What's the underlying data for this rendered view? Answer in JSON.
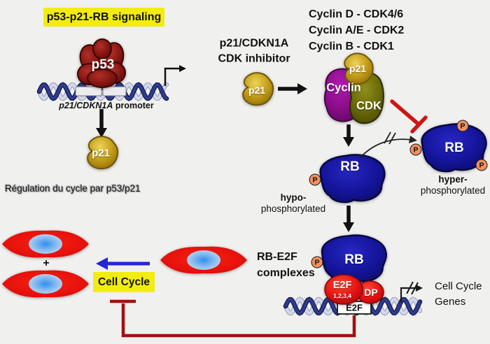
{
  "title": {
    "label": "p53-p21-RB signaling"
  },
  "palette": {
    "highlight_yellow": "#f2ec10",
    "rb_blue": "#15159c",
    "p21_gold": "#c8a01a",
    "cyclin_purple": "#8c0f8c",
    "cdk_olive": "#6e6e08",
    "phosphate_orange": "#f0915f",
    "e2f_red": "#e51212",
    "cell_red": "#ee0f0f",
    "inhibition_dark_red": "#a01010",
    "inhibition_bright_red": "#d01515",
    "arrow_blue": "#2525d5"
  },
  "promoter": {
    "p53": "p53",
    "gene": "p21/CDKN1A",
    "word": "promoter",
    "p21": "p21",
    "caption": "Régulation du cycle par p53/p21"
  },
  "inhibitor": {
    "line1": "p21/CDKN1A",
    "line2": "CDK inhibitor",
    "p21": "p21"
  },
  "complex": {
    "pairs": [
      "Cyclin D - CDK4/6",
      "Cyclin A/E - CDK2",
      "Cyclin B - CDK1"
    ],
    "p21": "p21",
    "cyclin": "Cyclin",
    "cdk": "CDK"
  },
  "rb": {
    "label": "RB",
    "hypo_bold": "hypo-",
    "hyper_bold": "hyper-",
    "phospho": "phosphorylated"
  },
  "rbe2f": {
    "line1": "RB-E2F",
    "line2": "complexes",
    "rb": "RB",
    "e2f": "E2F",
    "e2f_sub": "1,2,3,4",
    "dp": "DP",
    "site": "E2F"
  },
  "genes": {
    "line1": "Cell Cycle",
    "line2": "Genes"
  },
  "cellcycle": {
    "label": "Cell Cycle",
    "plus": "+"
  },
  "badge": {
    "p": "P"
  }
}
